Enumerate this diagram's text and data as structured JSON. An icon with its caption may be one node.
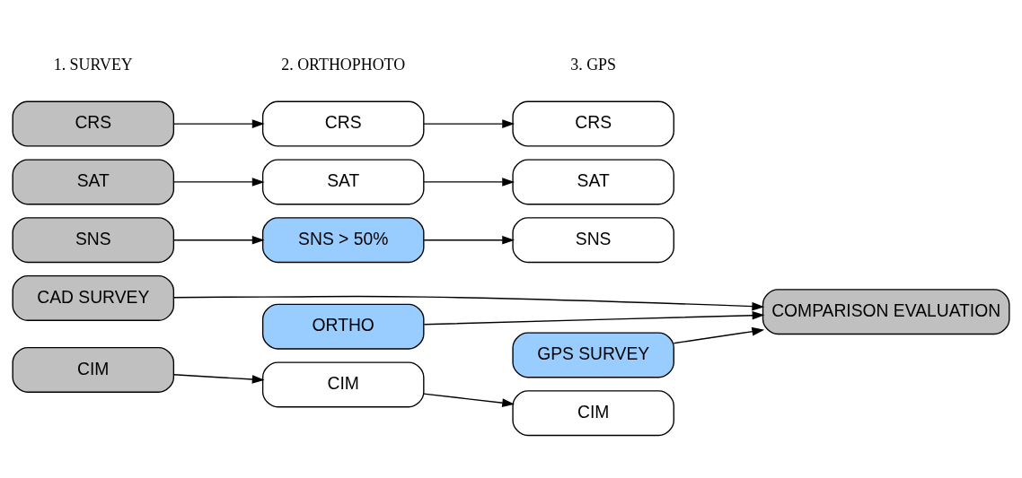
{
  "diagram": {
    "nodes": [
      {
        "text": [
          "CRS"
        ]
      },
      {
        "text": [
          "SAT"
        ]
      },
      {
        "text": [
          "SNS"
        ]
      },
      {
        "text": [
          "CAD SURVEY"
        ]
      },
      {
        "text": [
          "CIM"
        ]
      },
      {
        "text": [
          "CRS"
        ]
      },
      {
        "text": [
          "SAT"
        ]
      },
      {
        "text": [
          "SNS > 50%"
        ]
      },
      {
        "text": [
          "ORTHO"
        ]
      },
      {
        "text": [
          "CIM"
        ]
      },
      {
        "text": [
          "CRS"
        ]
      },
      {
        "text": [
          "SAT"
        ]
      },
      {
        "text": [
          "SNS"
        ]
      },
      {
        "text": [
          "GPS SURVEY"
        ]
      },
      {
        "text": [
          "CIM"
        ]
      },
      {
        "text": [
          "COMPARISON EVALUATION"
        ]
      }
    ],
    "edges": [
      {
        "from": 0,
        "to": 5,
        "arrow": "to"
      },
      {
        "from": 5,
        "to": 10,
        "arrow": "to"
      },
      {
        "from": 1,
        "to": 6,
        "arrow": "to"
      },
      {
        "from": 6,
        "to": 11,
        "arrow": "to"
      },
      {
        "from": 2,
        "to": 7,
        "arrow": "to"
      },
      {
        "from": 7,
        "to": 12,
        "arrow": "to"
      },
      {
        "from": 4,
        "to": 9,
        "arrow": "to"
      },
      {
        "from": 9,
        "to": 14,
        "arrow": "to"
      },
      {
        "from": 3,
        "to": 15,
        "arrow": "to"
      },
      {
        "from": 8,
        "to": 15,
        "arrow": "to"
      },
      {
        "from": 13,
        "to": 15,
        "arrow": "to"
      }
    ],
    "labels": [
      "1. SURVEY",
      "2. ORTHOPHOTO",
      "3. GPS"
    ]
  }
}
